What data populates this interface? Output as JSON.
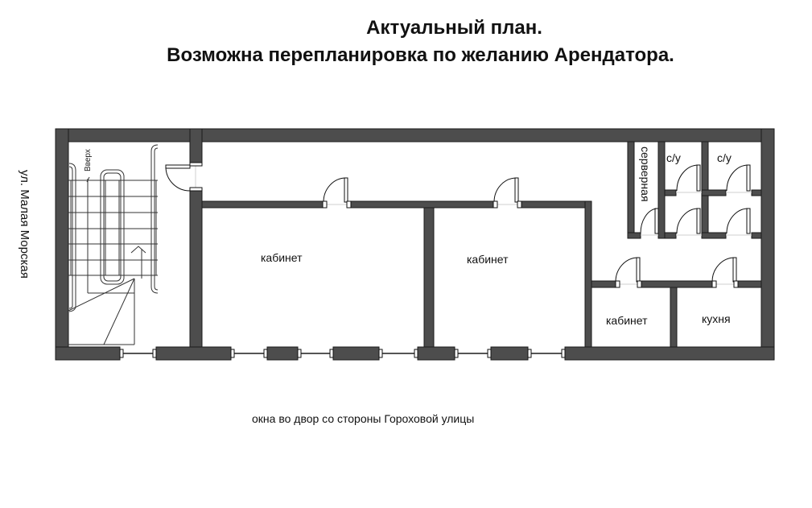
{
  "header": {
    "title_line1": "Актуальный план.",
    "title_line2": "Возможна перепланировка по желанию Арендатора."
  },
  "plan": {
    "street_label": "ул. Малая Морская",
    "stair_label": "Вверх",
    "rooms": [
      {
        "id": "office-1",
        "label": "кабинет"
      },
      {
        "id": "office-2",
        "label": "кабинет"
      },
      {
        "id": "server-room",
        "label": "серверная"
      },
      {
        "id": "wc-1",
        "label": "с/у"
      },
      {
        "id": "wc-2",
        "label": "с/у"
      },
      {
        "id": "office-3",
        "label": "кабинет"
      },
      {
        "id": "kitchen",
        "label": "кухня"
      }
    ],
    "caption": "окна во двор со стороны Гороховой улицы"
  },
  "colors": {
    "wall": "#4d4d4d",
    "background": "#ffffff",
    "text": "#111111"
  }
}
